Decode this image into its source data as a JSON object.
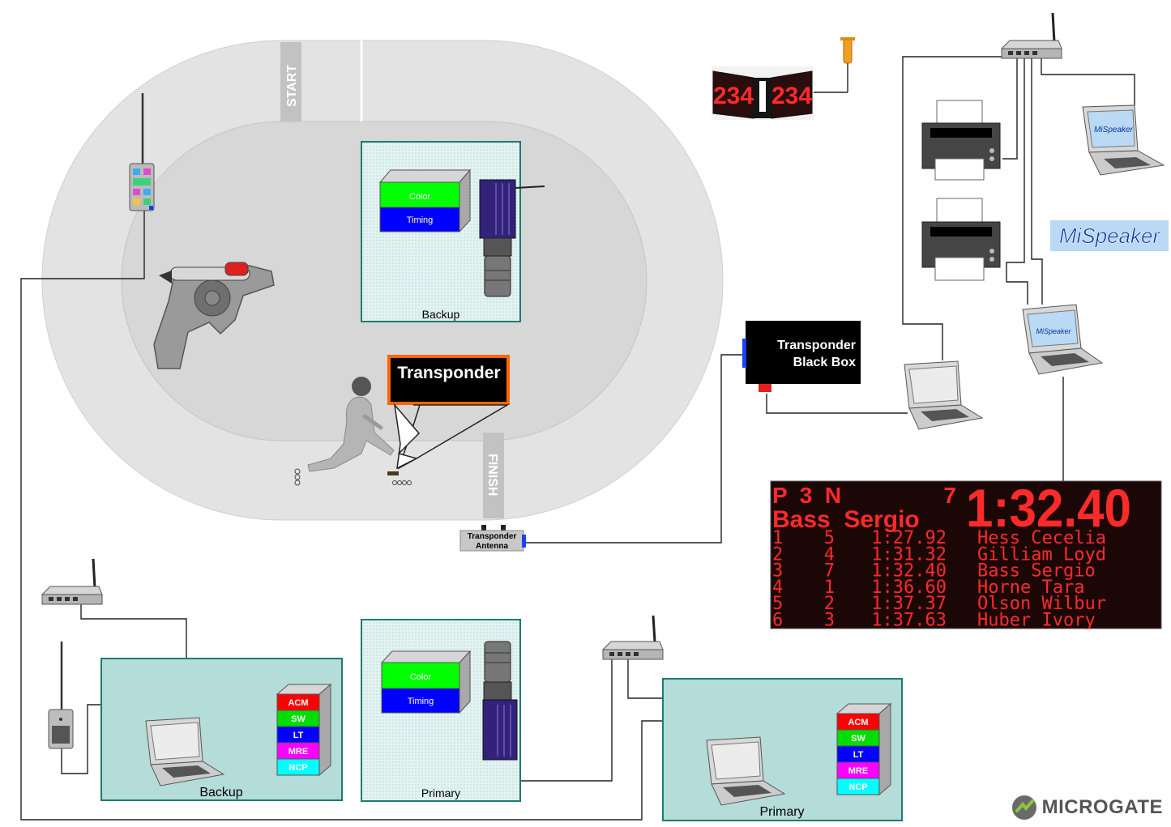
{
  "track": {
    "start_label": "START",
    "finish_label": "FINISH"
  },
  "camera_backup": {
    "color_label": "Color",
    "timing_label": "Timing",
    "caption": "Backup"
  },
  "camera_primary": {
    "color_label": "Color",
    "timing_label": "Timing",
    "caption": "Primary"
  },
  "transponder": {
    "label": "Transponder"
  },
  "antenna": {
    "line1": "Transponder",
    "line2": "Antenna"
  },
  "black_box": {
    "line1": "Transponder",
    "line2": "Black Box"
  },
  "mispeaker_label": "MiSpeaker",
  "display_board": {
    "digits": "234"
  },
  "scoreboard": {
    "header_left": "P  3  N",
    "header_num": "7",
    "time": "1:32.40",
    "name": "Bass  Sergio",
    "rows": [
      {
        "pos": "1",
        "num": "5",
        "time": "1:27.92",
        "name": "Hess Cecelia"
      },
      {
        "pos": "2",
        "num": "4",
        "time": "1:31.32",
        "name": "Gilliam Loyd"
      },
      {
        "pos": "3",
        "num": "7",
        "time": "1:32.40",
        "name": "Bass Sergio"
      },
      {
        "pos": "4",
        "num": "1",
        "time": "1:36.60",
        "name": "Horne Tara"
      },
      {
        "pos": "5",
        "num": "2",
        "time": "1:37.37",
        "name": "Olson Wilbur"
      },
      {
        "pos": "6",
        "num": "3",
        "time": "1:37.63",
        "name": "Huber Ivory"
      }
    ]
  },
  "station_backup": {
    "caption": "Backup",
    "stack": [
      "ACM",
      "SW",
      "LT",
      "MRE",
      "NCP"
    ]
  },
  "station_primary": {
    "caption": "Primary",
    "stack": [
      "ACM",
      "SW",
      "LT",
      "MRE",
      "NCP"
    ]
  },
  "brand": "MICROGATE",
  "colors": {
    "lcd_red": "#ff2a2a",
    "stack": [
      "#ff0000",
      "#00dd00",
      "#0000ff",
      "#ff00ff",
      "#00ffff"
    ]
  }
}
